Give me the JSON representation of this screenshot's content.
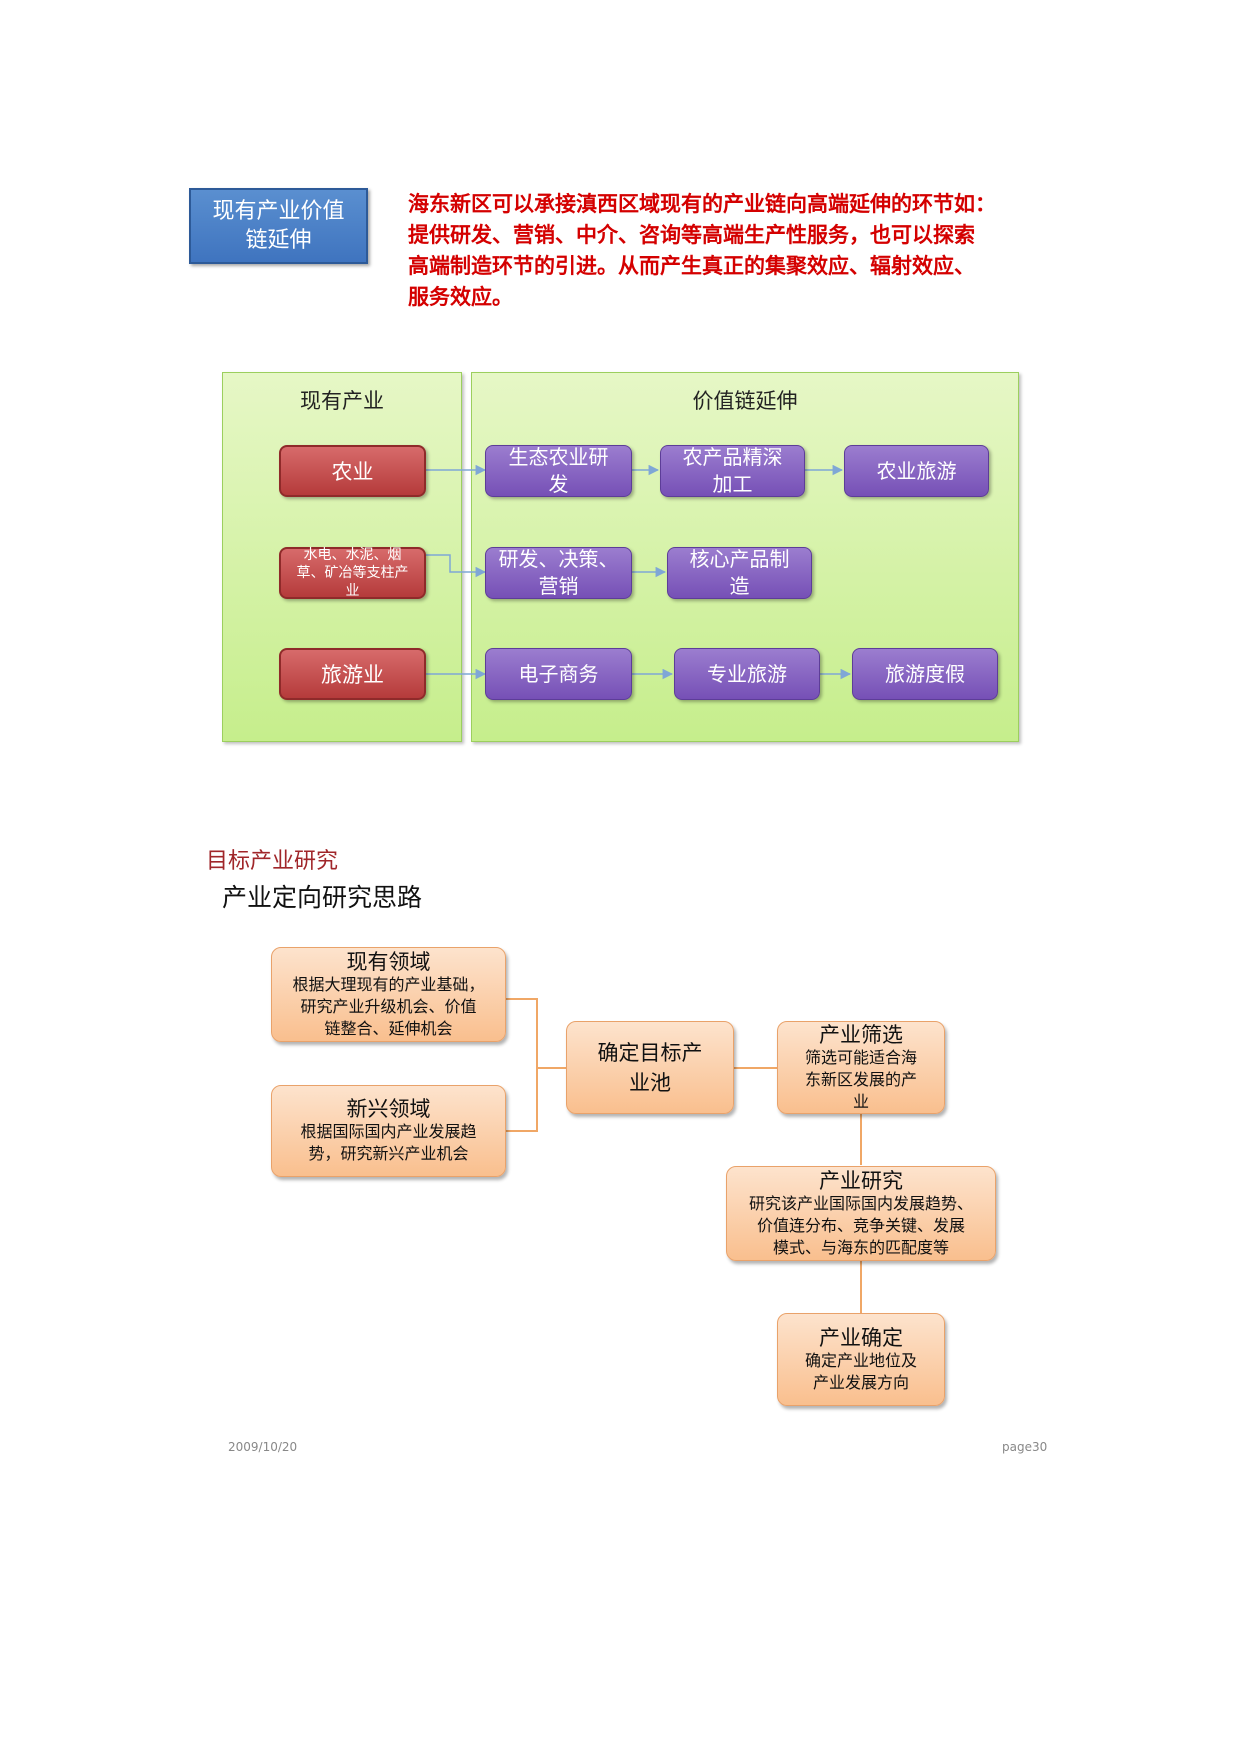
{
  "header": {
    "box_label": "现有产业价值\n链延伸",
    "description_lines": [
      "海东新区可以承接滇西区域现有的产业链向高端延伸的环节如：",
      "提供研发、营销、中介、咨询等高端生产性服务，也可以探索",
      "高端制造环节的引进。从而产生真正的集聚效应、辐射效应、",
      "服务效应。"
    ]
  },
  "value_chain_diagram": {
    "left_panel_title": "现有产业",
    "right_panel_title": "价值链延伸",
    "rows": [
      {
        "industry": "农业",
        "chain": [
          "生态农业研\n发",
          "农产品精深\n加工",
          "农业旅游"
        ]
      },
      {
        "industry": "水电、水泥、烟草、矿冶等支柱产业",
        "chain": [
          "研发、决策、\n营销",
          "核心产品制\n造"
        ]
      },
      {
        "industry": "旅游业",
        "chain": [
          "电子商务",
          "专业旅游",
          "旅游度假"
        ]
      }
    ]
  },
  "section": {
    "heading": "目标产业研究",
    "subheading": "产业定向研究思路"
  },
  "research_flow": {
    "existing": {
      "title": "现有领域",
      "body": "根据大理现有的产业基础，\n研究产业升级机会、价值\n链整合、延伸机会"
    },
    "emerging": {
      "title": "新兴领域",
      "body": "根据国际国内产业发展趋\n势，研究新兴产业机会"
    },
    "pool": {
      "title": "确定目标产\n业池"
    },
    "screening": {
      "title": "产业筛选",
      "body": "筛选可能适合海\n东新区发展的产\n业"
    },
    "research": {
      "title": "产业研究",
      "body": "研究该产业国际国内发展趋势、\n价值连分布、竞争关键、发展\n模式、与海东的匹配度等"
    },
    "confirm": {
      "title": "产业确定",
      "body": "确定产业地位及\n产业发展方向"
    }
  },
  "footer": {
    "date": "2009/10/20",
    "page": "page30"
  },
  "colors": {
    "header_text": "#d40000",
    "header_box": "#4a7fc6",
    "panel_green": "#d4f3a6",
    "industry_red": "#c04848",
    "chain_purple": "#8563c2",
    "flow_orange": "#fbcfa6",
    "heading_red": "#a0262a"
  }
}
